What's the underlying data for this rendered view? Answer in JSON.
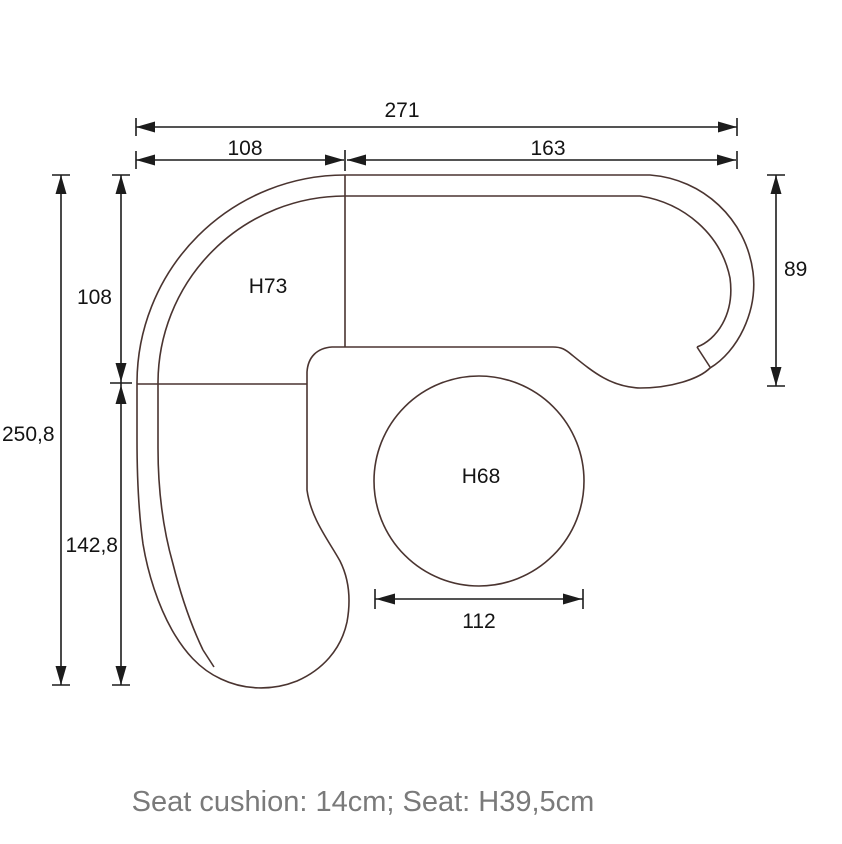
{
  "diagram": {
    "type": "sofa-top-view-dimension-drawing",
    "dimensions": {
      "total_width": "271",
      "corner_section_width": "108",
      "right_section_width": "163",
      "right_section_depth": "89",
      "corner_section_depth": "108",
      "total_depth": "250,8",
      "left_section_depth": "142,8",
      "pouf_width": "112"
    },
    "part_labels": {
      "corner_section_height": "H73",
      "pouf_height": "H68"
    },
    "caption": "Seat cushion: 14cm; Seat: H39,5cm",
    "colors": {
      "outline": "#4a3430",
      "dimension_lines": "#1c1c1c",
      "label_text": "#141414",
      "caption_text": "#7a7a7a"
    }
  }
}
